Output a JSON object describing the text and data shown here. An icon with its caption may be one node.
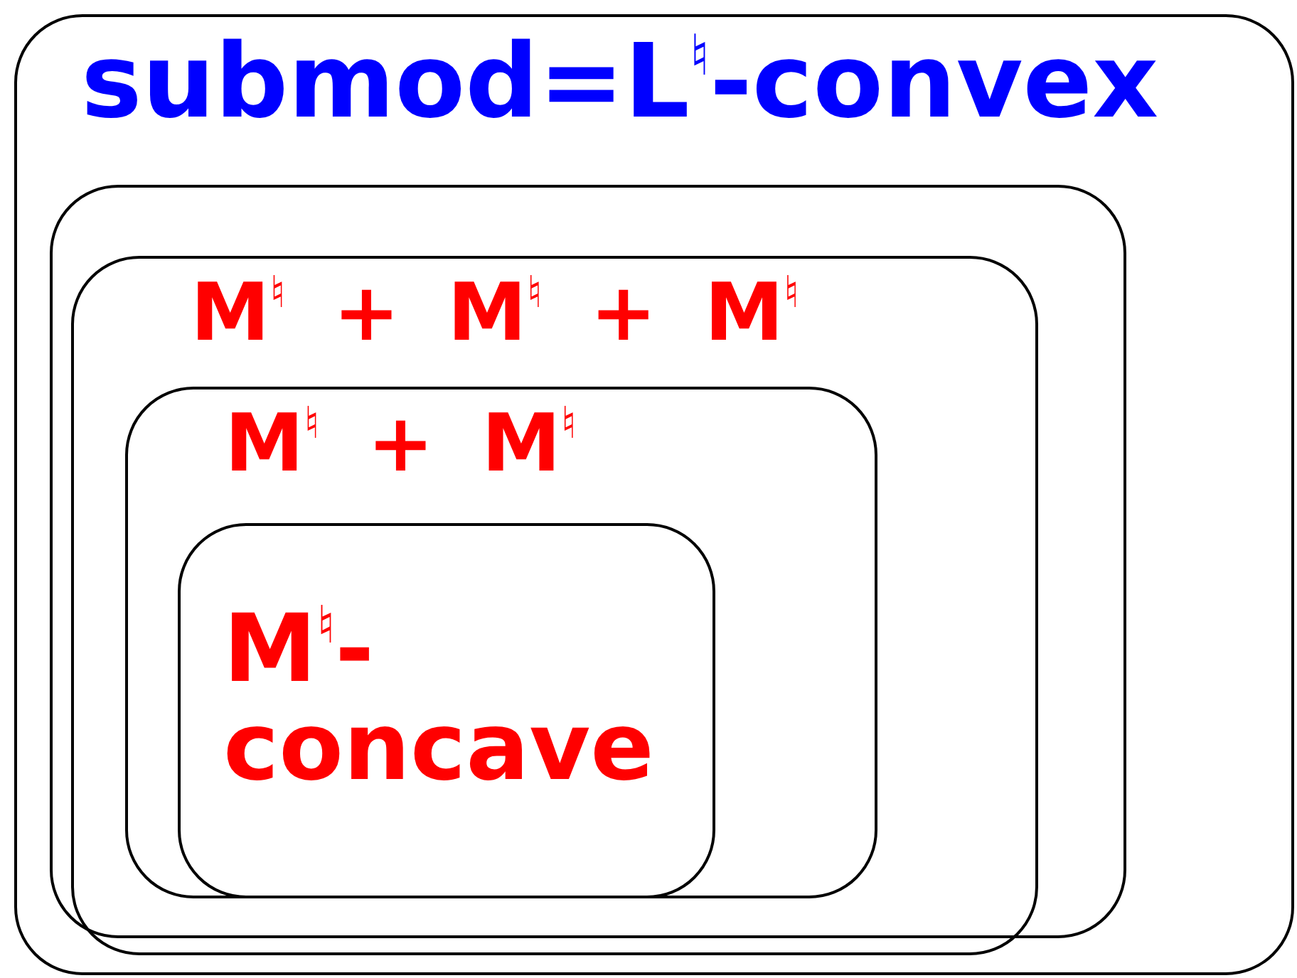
{
  "diagram": {
    "nodes": [
      {
        "text": [
          "submod=L$^{♮}$-convex"
        ]
      },
      {
        "text": [],
        "shape": "box",
        "in": 0
      },
      {
        "text": [
          "M$^{♮}$ + M$^{♮}$ + M$^{♮}$"
        ],
        "in": 1
      },
      {
        "text": [
          "M$^{♮}$ + M$^{♮}$"
        ],
        "in": 2
      },
      {
        "text": [
          "M$^{♮}$-concave"
        ],
        "in": 3
      }
    ]
  }
}
